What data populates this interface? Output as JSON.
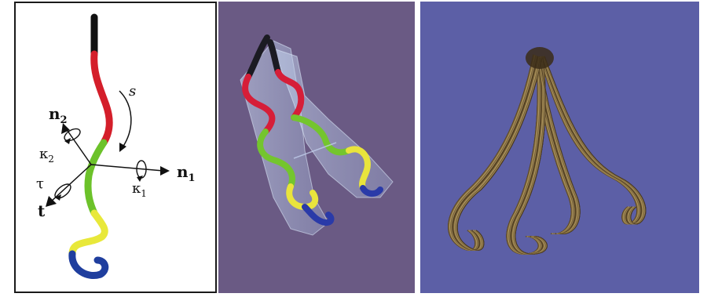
{
  "panel1": {
    "labels": {
      "s": "s",
      "n2_base": "n",
      "n2_sub": "2",
      "kappa2_base": "κ",
      "kappa2_sub": "2",
      "tau": "τ",
      "t": "t",
      "kappa1_base": "κ",
      "kappa1_sub": "1",
      "n1_base": "n",
      "n1_sub": "1"
    },
    "colors": {
      "black": "#111111",
      "red": "#d41e2a",
      "green": "#6cc22a",
      "yellow": "#e8e83a",
      "blue": "#1f3e9e"
    }
  },
  "panel2": {
    "background": "#6a5a84",
    "colors": {
      "black": "#1b1b22",
      "red": "#d61e38",
      "green": "#74c52e",
      "yellow": "#e9e43c",
      "blue": "#2a3aa8",
      "envelope": "#c9d8f0"
    }
  },
  "panel3": {
    "background": "#5c5fa6",
    "hair_color": "#8c7446"
  }
}
